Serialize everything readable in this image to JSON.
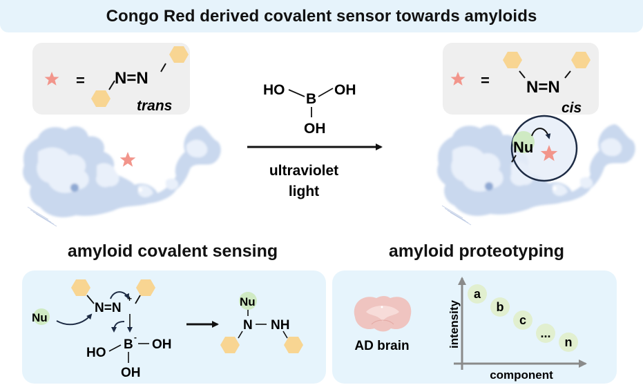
{
  "title": "Congo Red derived covalent sensor towards amyloids",
  "legend_trans": {
    "equals": "=",
    "azo": "N=N",
    "isomer_label": "trans"
  },
  "legend_cis": {
    "equals": "=",
    "azo": "N=N",
    "isomer_label": "cis"
  },
  "reagent": {
    "ho_left": "HO",
    "oh_right": "OH",
    "boron": "B",
    "oh_bottom": "OH",
    "condition_line1": "ultraviolet",
    "condition_line2": "light"
  },
  "product_circle": {
    "nucleophile": "Nu"
  },
  "sections": {
    "left_title": "amyloid covalent sensing",
    "right_title": "amyloid proteotyping"
  },
  "mechanism": {
    "nucleophile": "Nu",
    "azo": "N=N",
    "charge_plus": "+",
    "boron": "B",
    "charge_minus": "-",
    "oh_right": "OH",
    "ho_left": "HO",
    "oh_bottom": "OH",
    "product_nu": "Nu",
    "product_n": "N",
    "product_nh": "NH"
  },
  "proteotyping": {
    "sample_label": "AD brain",
    "y_axis_label": "intensity",
    "x_axis_label": "component",
    "components": [
      "a",
      "b",
      "c",
      "...",
      "n"
    ]
  },
  "colors": {
    "title_bg": "#e6f3fb",
    "panel_bg": "#e6f4fc",
    "legend_bg": "#efefef",
    "star": "#f2958b",
    "hexagon": "#f8d592",
    "nucleophile_bg": "#cfeac3",
    "component_bg": "#e1efcf",
    "protein": "#c9d8ee",
    "brain": "#efc4c0",
    "circle_stroke": "#1d2b44",
    "axis": "#8a8a8a"
  }
}
